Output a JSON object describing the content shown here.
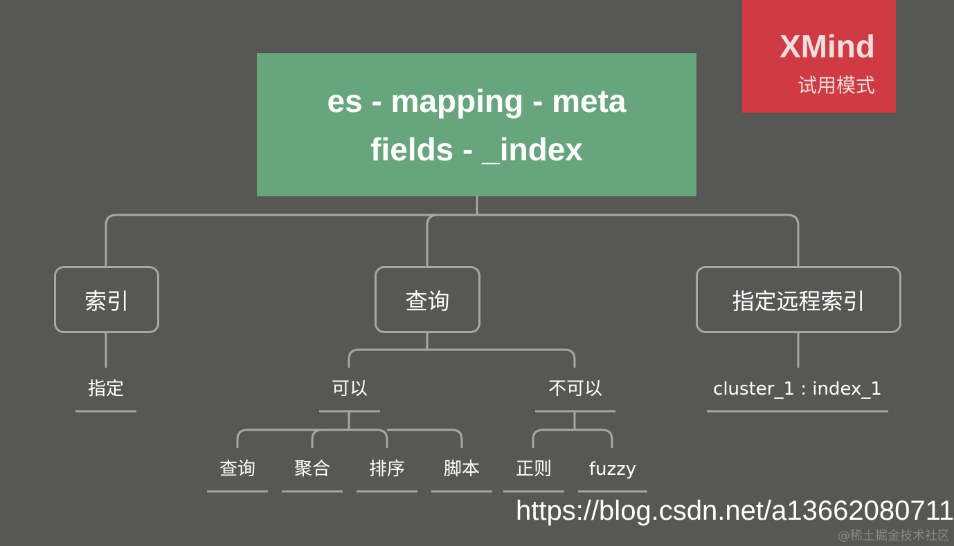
{
  "root": "es - mapping - meta fields - _index",
  "logo": {
    "brand": "XMind",
    "mode": "试用模式"
  },
  "branches": [
    {
      "label": "索引",
      "children": [
        "指定"
      ]
    },
    {
      "label": "查询",
      "children": [
        {
          "label": "可以",
          "children": [
            "查询",
            "聚合",
            "排序",
            "脚本"
          ]
        },
        {
          "label": "不可以",
          "children": [
            "正则",
            "fuzzy"
          ]
        }
      ]
    },
    {
      "label": "指定远程索引",
      "children": [
        "cluster_1 : index_1"
      ]
    }
  ],
  "footer": {
    "url": "https://blog.csdn.net/a13662080711",
    "watermark": "@稀土掘金技术社区"
  },
  "colors": {
    "background": "#575855",
    "root": "#67a57c",
    "logo": "#cf3a43",
    "line": "#a6a6a3"
  }
}
